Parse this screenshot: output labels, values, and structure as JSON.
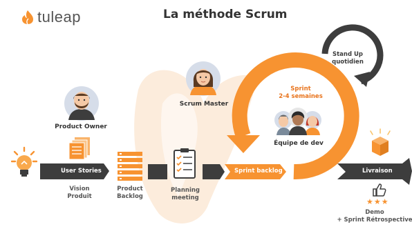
{
  "logo": {
    "text": "tuleap"
  },
  "title": "La méthode Scrum",
  "roles": {
    "product_owner": "Product Owner",
    "scrum_master": "Scrum Master",
    "dev_team": "Équipe de dev"
  },
  "flow": {
    "user_stories": "User Stories",
    "sprint_backlog": "Sprint backlog",
    "livraison": "Livraison"
  },
  "captions": {
    "vision": [
      "Vision",
      "Produit"
    ],
    "product_backlog": [
      "Product",
      "Backlog"
    ],
    "planning": [
      "Planning",
      "meeting"
    ],
    "demo": [
      "Demo",
      "+ Sprint Rétrospective"
    ]
  },
  "sprint": {
    "line1": "Sprint",
    "line2": "2-4 semaines"
  },
  "standup": {
    "line1": "Stand Up",
    "line2": "quotidien"
  },
  "rating_stars": "★★★",
  "colors": {
    "orange": "#f79331",
    "dark": "#3d3d3d",
    "skin": "#f5c9a6",
    "beige": "#fbe9d6"
  }
}
